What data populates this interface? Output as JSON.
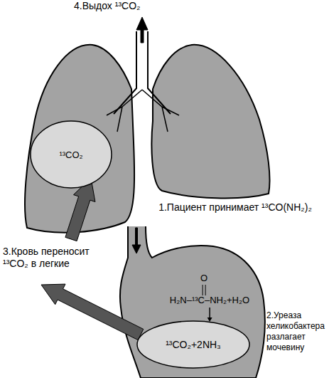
{
  "diagram": {
    "nodes": [
      {
        "text": [
          "¹³CO₂"
        ]
      },
      {
        "text": [
          "¹³CO₂+2NH₃"
        ]
      }
    ],
    "labels": [
      "4.Выдох ¹³CO₂",
      "1.Пациент принимает ¹³CO(NH₂)₂",
      "3.Кровь переносит ¹³CO₂ в легкие",
      "O",
      "H₂N–¹³C–NH₂+H₂O",
      "2.Уреаза хеликобактера разлагает мочевину"
    ]
  }
}
